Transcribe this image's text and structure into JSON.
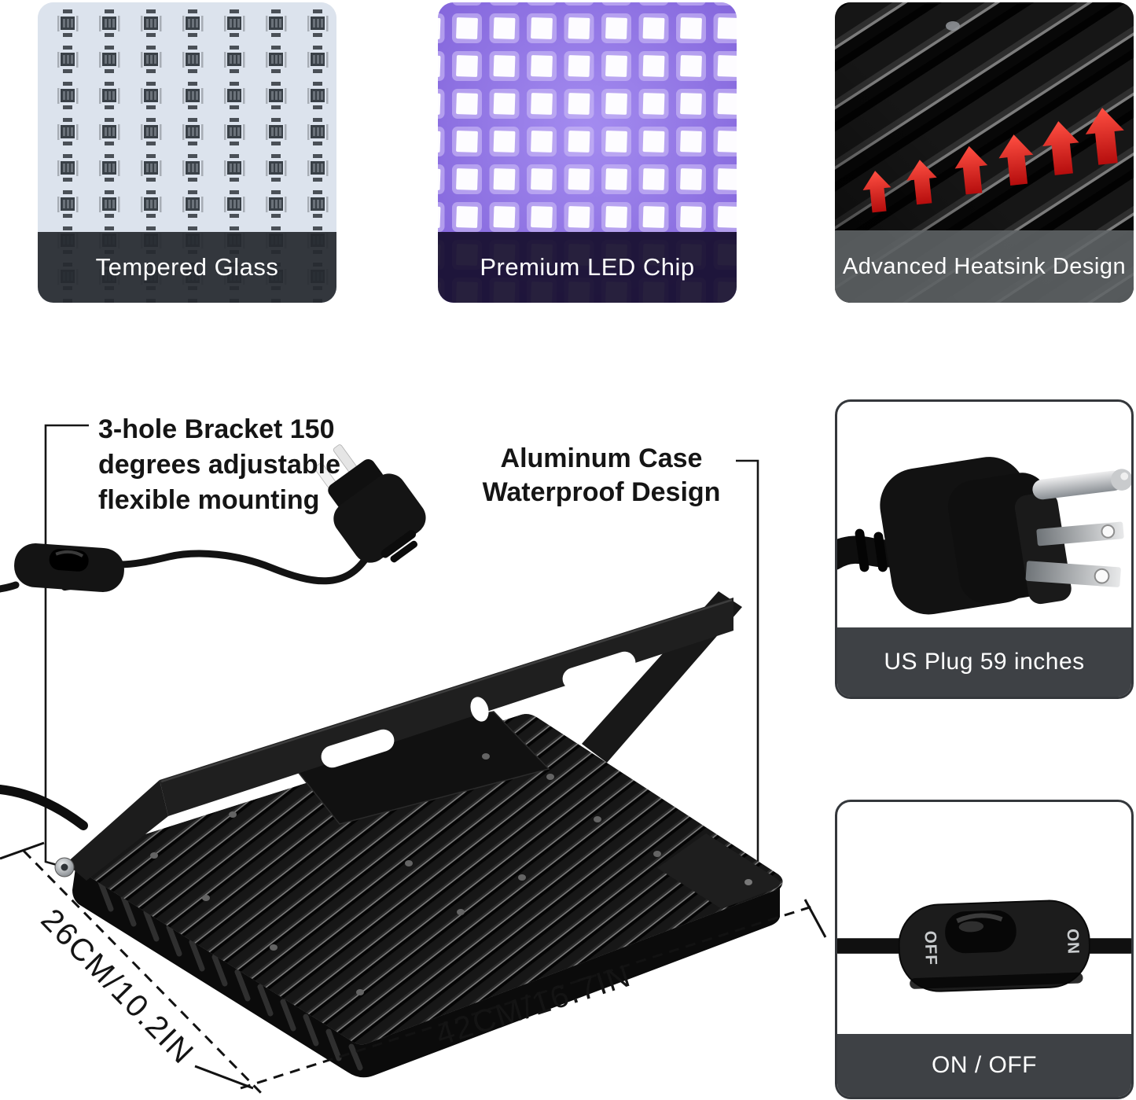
{
  "features": {
    "tempered_glass": {
      "label": "Tempered Glass"
    },
    "led_chip": {
      "label": "Premium LED Chip"
    },
    "heatsink": {
      "label": "Advanced Heatsink Design"
    },
    "us_plug": {
      "label": "US Plug 59 inches"
    },
    "on_off": {
      "label": "ON / OFF"
    }
  },
  "switch_labels": {
    "off": "OFF",
    "on": "ON"
  },
  "annotations": {
    "bracket_line1": "3-hole Bracket 150",
    "bracket_line2": "degrees adjustable",
    "bracket_line3": "flexible mounting",
    "case_line1": "Aluminum Case",
    "case_line2": "Waterproof Design"
  },
  "dimensions": {
    "side": "26CM/10.2IN",
    "front": "42CM/16.7IN"
  },
  "colors": {
    "arrow_red": "#d81d17",
    "uv_purple": "#8d72e4",
    "glass_bg": "#dce3ed",
    "label_band_dark": "#3e4145",
    "metal": "#c9cbcd"
  }
}
